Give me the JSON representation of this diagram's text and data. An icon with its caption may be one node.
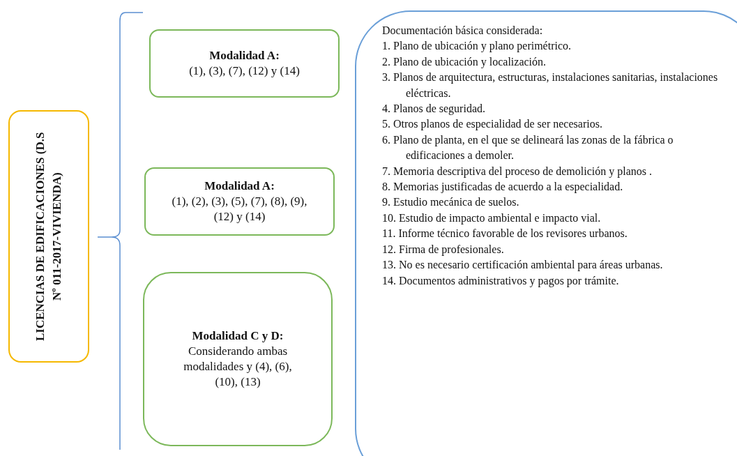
{
  "diagram": {
    "nodes": [
      {
        "text": [
          "LICENCIAS DE EDIFICACIONES (D.S Nº 011-2017-VIVIENDA)"
        ]
      },
      {
        "text": [
          "Modalidad A:",
          "(1), (3), (7), (12) y (14)"
        ]
      },
      {
        "text": [
          "Modalidad A:",
          "(1), (2), (3), (5), (7), (8), (9), (12) y (14)"
        ]
      },
      {
        "text": [
          "Modalidad C y D:",
          "Considerando ambas modalidades y (4), (6), (10), (13)"
        ]
      },
      {
        "text": [
          "Documentación básica considerada:",
          "1. Plano de ubicación y plano perimétrico.",
          "2. Plano de ubicación y localización.",
          "3. Planos de arquitectura, estructuras, instalaciones sanitarias, instalaciones eléctricas.",
          "4. Planos de seguridad.",
          "5. Otros planos de especialidad de ser necesarios.",
          "6. Plano de planta, en el que se delineará las zonas de la fábrica o edificaciones a demoler.",
          "7. Memoria descriptiva del proceso de demolición y planos .",
          "8. Memorias justificadas de acuerdo a la especialidad.",
          "9. Estudio mecánica de suelos.",
          "10. Estudio de impacto ambiental e impacto vial.",
          "11. Informe técnico favorable de los revisores urbanos.",
          "12. Firma de profesionales.",
          "13. No es necesario certificación ambiental para áreas urbanas.",
          "14. Documentos administrativos y pagos por trámite."
        ]
      }
    ]
  }
}
